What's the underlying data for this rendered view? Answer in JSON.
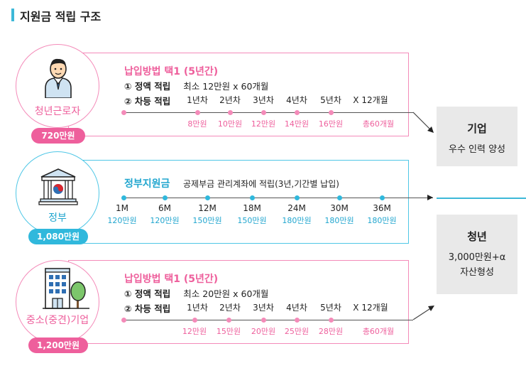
{
  "title": "지원금 적립 구조",
  "worker": {
    "name": "청년근로자",
    "amount": "720만원",
    "heading": "납입방법 택1 (5년간)",
    "opt1_label": "① 정액 적립",
    "opt1_desc": "최소 12만원 x 60개월",
    "opt2_label": "② 차등 적립",
    "years": [
      "1년차",
      "2년차",
      "3년차",
      "4년차",
      "5년차"
    ],
    "months": "X 12개월",
    "values": [
      "8만원",
      "10만원",
      "12만원",
      "14만원",
      "16만원"
    ],
    "total": "총60개월"
  },
  "gov": {
    "name": "정부",
    "amount": "1,080만원",
    "heading": "정부지원금",
    "desc": "공제부금 관리계좌에 적립(3년,기간별 납입)",
    "months": [
      "1M",
      "6M",
      "12M",
      "18M",
      "24M",
      "30M",
      "36M"
    ],
    "values": [
      "120만원",
      "120만원",
      "150만원",
      "150만원",
      "180만원",
      "180만원",
      "180만원"
    ]
  },
  "company": {
    "name": "중소(중견)기업",
    "amount": "1,200만원",
    "heading": "납입방법 택1 (5년간)",
    "opt1_label": "① 정액 적립",
    "opt1_desc": "최소 20만원 x 60개월",
    "opt2_label": "② 차등 적립",
    "years": [
      "1년차",
      "2년차",
      "3년차",
      "4년차",
      "5년차"
    ],
    "months": "X 12개월",
    "values": [
      "12만원",
      "15만원",
      "20만원",
      "25만원",
      "28만원"
    ],
    "total": "총60개월"
  },
  "result_company": {
    "title": "기업",
    "desc": "우수 인력 양성"
  },
  "result_youth": {
    "title": "청년",
    "amount": "3,000만원+α",
    "desc": "자산형성"
  },
  "colors": {
    "pink": "#ee5f9c",
    "cyan": "#30b8dc",
    "box": "#e9e9e9"
  }
}
